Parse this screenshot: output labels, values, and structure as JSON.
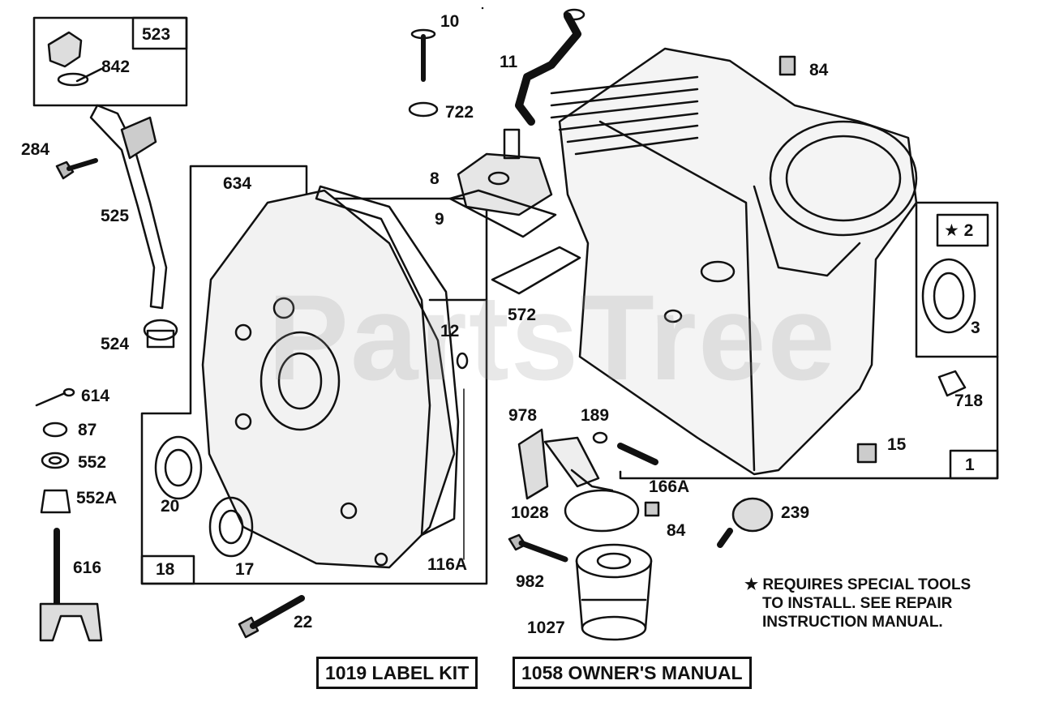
{
  "labels": {
    "l523": "523",
    "l842": "842",
    "l284": "284",
    "l525": "525",
    "l524": "524",
    "l614": "614",
    "l87": "87",
    "l552": "552",
    "l552a": "552A",
    "l616": "616",
    "l634": "634",
    "l12": "12",
    "l20": "20",
    "l17": "17",
    "l18": "18",
    "l116a": "116A",
    "l22": "22",
    "l10": "10",
    "l722": "722",
    "l11": "11",
    "l8": "8",
    "l9": "9",
    "l572": "572",
    "l84a": "84",
    "l2": "2",
    "l3": "3",
    "l718": "718",
    "l15": "15",
    "l1": "1",
    "l978": "978",
    "l189": "189",
    "l166a": "166A",
    "l1028": "1028",
    "l84b": "84",
    "l239": "239",
    "l982": "982",
    "l1027": "1027"
  },
  "star_symbol": "★",
  "note": {
    "line1": "REQUIRES SPECIAL TOOLS",
    "line2": "TO INSTALL.  SEE REPAIR",
    "line3": "INSTRUCTION MANUAL."
  },
  "bottom": {
    "label_kit": "1019 LABEL KIT",
    "owners_manual": "1058 OWNER'S MANUAL"
  },
  "watermark": "PartsTree",
  "colors": {
    "ink": "#111111",
    "paper": "#ffffff",
    "watermark": "#969696"
  }
}
